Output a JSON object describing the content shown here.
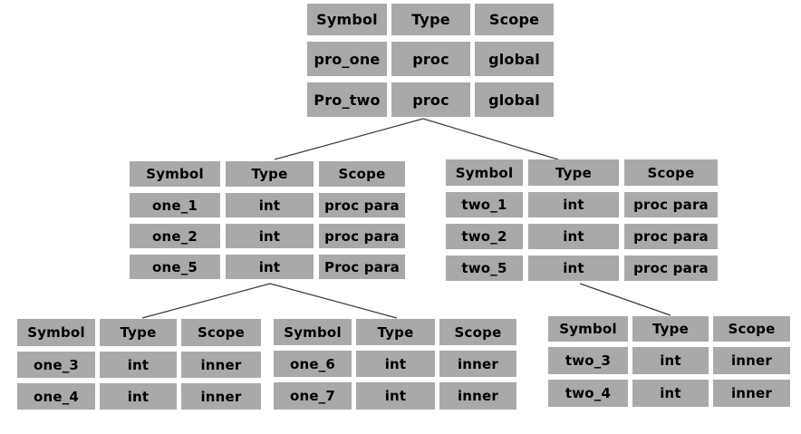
{
  "colors": {
    "background": "#ffffff",
    "cell_bg": "#a9a9a9",
    "text": "#000000",
    "connector": "#3c3c3c"
  },
  "tables": [
    {
      "name": "global-symbol-table",
      "headers": [
        "Symbol",
        "Type",
        "Scope"
      ],
      "rows": [
        [
          "pro_one",
          "proc",
          "global"
        ],
        [
          "Pro_two",
          "proc",
          "global"
        ]
      ]
    },
    {
      "name": "pro-one-symbol-table",
      "headers": [
        "Symbol",
        "Type",
        "Scope"
      ],
      "rows": [
        [
          "one_1",
          "int",
          "proc para"
        ],
        [
          "one_2",
          "int",
          "proc para"
        ],
        [
          "one_5",
          "int",
          "Proc para"
        ]
      ]
    },
    {
      "name": "pro-two-symbol-table",
      "headers": [
        "Symbol",
        "Type",
        "Scope"
      ],
      "rows": [
        [
          "two_1",
          "int",
          "proc para"
        ],
        [
          "two_2",
          "int",
          "proc para"
        ],
        [
          "two_5",
          "int",
          "proc para"
        ]
      ]
    },
    {
      "name": "one-inner-block-table-a",
      "headers": [
        "Symbol",
        "Type",
        "Scope"
      ],
      "rows": [
        [
          "one_3",
          "int",
          "inner"
        ],
        [
          "one_4",
          "int",
          "inner"
        ]
      ]
    },
    {
      "name": "one-inner-block-table-b",
      "headers": [
        "Symbol",
        "Type",
        "Scope"
      ],
      "rows": [
        [
          "one_6",
          "int",
          "inner"
        ],
        [
          "one_7",
          "int",
          "inner"
        ]
      ]
    },
    {
      "name": "two-inner-block-table",
      "headers": [
        "Symbol",
        "Type",
        "Scope"
      ],
      "rows": [
        [
          "two_3",
          "int",
          "inner"
        ],
        [
          "two_4",
          "int",
          "inner"
        ]
      ]
    }
  ]
}
